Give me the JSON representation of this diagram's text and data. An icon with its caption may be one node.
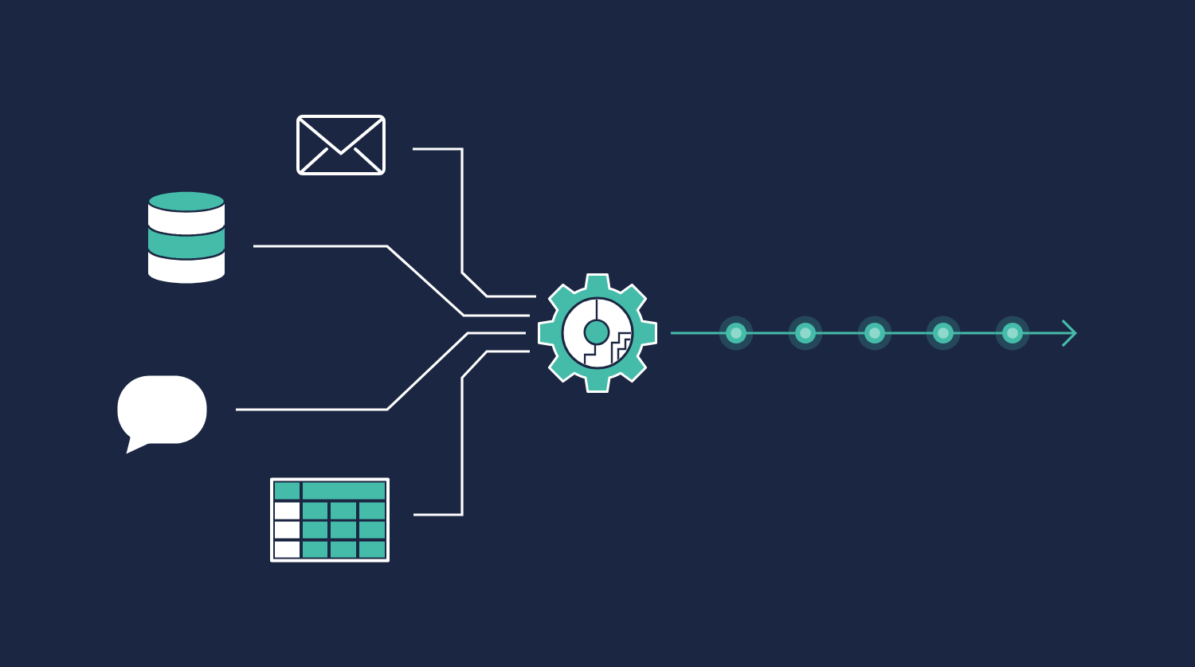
{
  "diagram": {
    "nodes": [
      {
        "text": [],
        "shape": "picture"
      },
      {
        "text": [],
        "shape": "cylinder"
      },
      {
        "text": [],
        "shape": "bubble"
      },
      {
        "text": [],
        "shape": "picture"
      },
      {
        "text": [],
        "shape": "picture"
      }
    ],
    "edges": [
      {
        "from": 0,
        "to": 4,
        "arrow": "none"
      },
      {
        "from": 1,
        "to": 4,
        "arrow": "none"
      },
      {
        "from": 2,
        "to": 4,
        "arrow": "none"
      },
      {
        "from": 3,
        "to": 4,
        "arrow": "none"
      },
      {
        "from": 4,
        "to": null,
        "arrow": "to",
        "color": "#45bcaa"
      }
    ]
  }
}
